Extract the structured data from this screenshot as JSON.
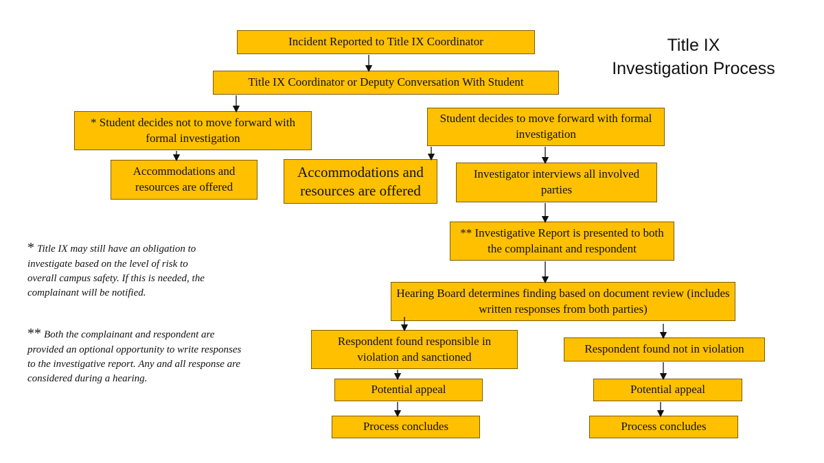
{
  "title": {
    "line1": "Title IX",
    "line2": "Investigation Process"
  },
  "boxes": {
    "reported": "Incident Reported to Title IX Coordinator",
    "conversation": "Title IX Coordinator or Deputy Conversation With Student",
    "not_forward": "* Student decides not to move forward with formal investigation",
    "forward": "Student decides to move forward with formal investigation",
    "accom_left": "Accommodations and resources are offered",
    "accom_mid": "Accommodations and resources are offered",
    "interviews": "Investigator interviews all involved parties",
    "report": "** Investigative  Report is presented to both the complainant and respondent",
    "hearing": "Hearing Board determines finding based on document review (includes written responses from both parties)",
    "responsible": "Respondent found responsible in violation and sanctioned",
    "not_violation": "Respondent found not in violation",
    "appeal_left": "Potential appeal",
    "appeal_right": "Potential appeal",
    "concludes_left": "Process concludes",
    "concludes_right": "Process concludes"
  },
  "notes": {
    "note1_mark": "*",
    "note1_text": "Title IX may still have an obligation to investigate based on the level of risk to overall campus safety. If this is needed, the complainant will be notified.",
    "note2_mark": "**",
    "note2_text": "Both the complainant and respondent are provided an optional opportunity to write responses to the investigative report. Any and all response are considered during a hearing."
  }
}
